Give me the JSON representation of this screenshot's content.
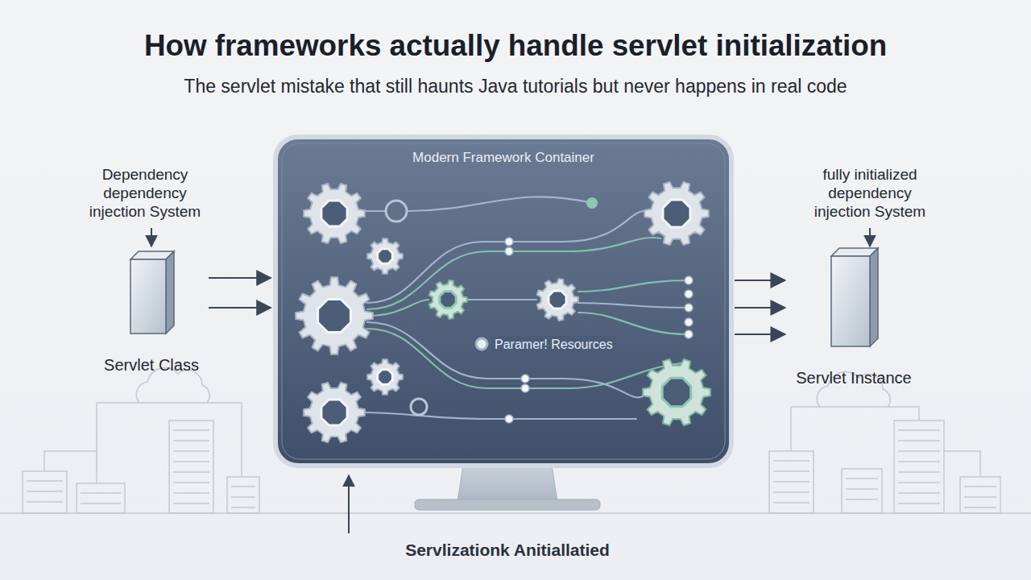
{
  "diagram": {
    "title": "How frameworks actually handle servlet initialization",
    "caption": "The servlet mistake that still haunts Java tutorials but never happens in real code",
    "nodes": [
      {
        "text": [
          "Servlet Class"
        ]
      },
      {
        "text": [
          "Modern Framework Container"
        ]
      },
      {
        "text": [
          "Servlet Instance"
        ]
      }
    ],
    "edges": [
      {
        "from": 0,
        "to": 1,
        "arrow": "to"
      },
      {
        "from": 0,
        "to": 1,
        "arrow": "to"
      },
      {
        "from": 1,
        "to": 2,
        "arrow": "to"
      },
      {
        "from": 1,
        "to": 2,
        "arrow": "to"
      },
      {
        "from": 1,
        "to": 2,
        "arrow": "to"
      }
    ],
    "labels": [
      "Dependency dependency injection System",
      "fully initialized dependency injection System",
      "Paramer! Resources",
      "Servlizationk Anitiallatied"
    ]
  }
}
